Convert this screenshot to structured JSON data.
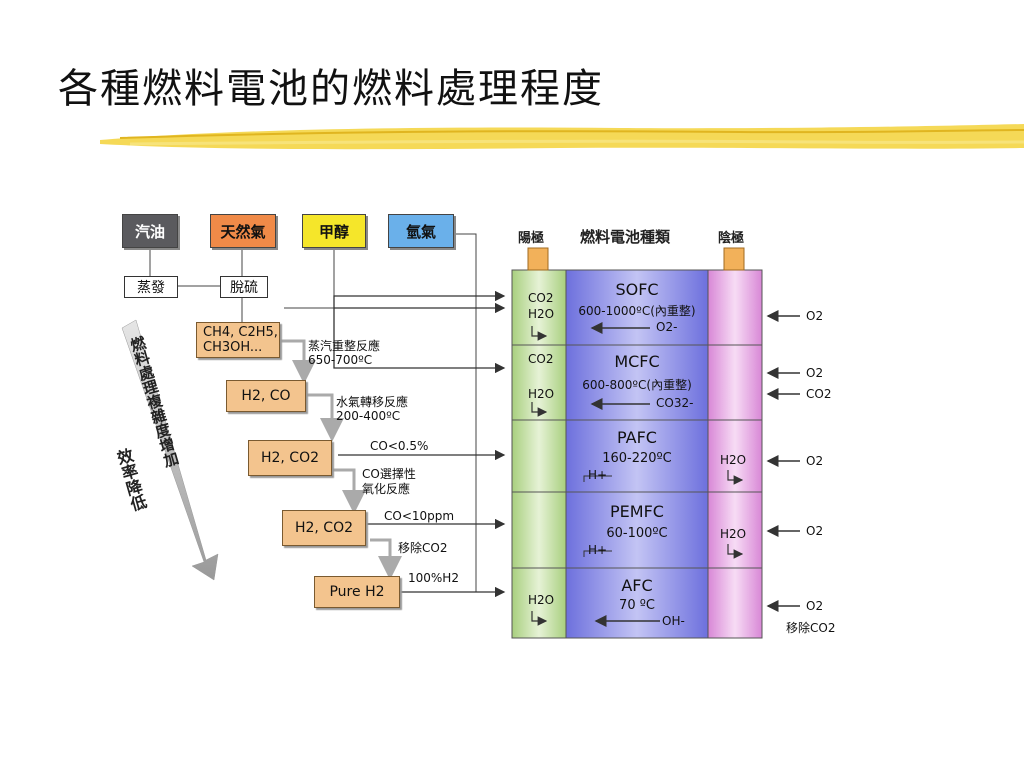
{
  "slide": {
    "title": "各種燃料電池的燃料處理程度"
  },
  "sources": [
    {
      "label": "汽油",
      "color": "#5a5a5e"
    },
    {
      "label": "天然氣",
      "color": "#f08a48"
    },
    {
      "label": "甲醇",
      "color": "#f5e62a"
    },
    {
      "label": "氫氣",
      "color": "#6ab0ea"
    }
  ],
  "pre_steps": {
    "evaporate": "蒸發",
    "desulfur": "脫硫"
  },
  "stages": {
    "s1": {
      "line1": "CH4, C2H5,",
      "line2": "CH3OH..."
    },
    "s2": "H2, CO",
    "s3": "H2, CO2",
    "s4": "H2, CO2",
    "s5": "Pure H2"
  },
  "steps": {
    "reform": {
      "name": "蒸汽重整反應",
      "temp": "650-700ºC"
    },
    "shift": {
      "name": "水氣轉移反應",
      "temp": "200-400ºC"
    },
    "co_lt": "CO<0.5%",
    "prox1": "CO選擇性",
    "prox2": "氧化反應",
    "co_ppm": "CO<10ppm",
    "remove_co2": "移除CO2",
    "pure": "100%H2"
  },
  "axis_labels": {
    "complexity": "燃料處理複雜度增加",
    "efficiency": "效率降低"
  },
  "headers": {
    "anode": "陽極",
    "cell_type": "燃料電池種類",
    "cathode": "陰極"
  },
  "cells": [
    {
      "name": "SOFC",
      "temp": "600-1000ºC(內重整)",
      "ion": "O2-",
      "anode": [
        "CO2",
        "H2O"
      ],
      "cathode_in": [
        "O2"
      ],
      "cathode_out": []
    },
    {
      "name": "MCFC",
      "temp": "600-800ºC(內重整)",
      "ion": "CO32-",
      "anode": [
        "CO2",
        "H2O"
      ],
      "cathode_in": [
        "O2",
        "CO2"
      ],
      "cathode_out": []
    },
    {
      "name": "PAFC",
      "temp": "160-220ºC",
      "ion": "H+",
      "anode": [],
      "cathode_in": [
        "O2"
      ],
      "cathode_out": [
        "H2O"
      ]
    },
    {
      "name": "PEMFC",
      "temp": "60-100ºC",
      "ion": "H+",
      "anode": [],
      "cathode_in": [
        "O2"
      ],
      "cathode_out": [
        "H2O"
      ]
    },
    {
      "name": "AFC",
      "temp": "70 ºC",
      "ion": "OH-",
      "anode": [
        "H2O"
      ],
      "cathode_in": [
        "O2"
      ],
      "cathode_out": [],
      "cathode_note": "移除CO2"
    }
  ],
  "colors": {
    "step_fill": "#f3c48e",
    "anode_fill": "#cfe6b4",
    "cell_fill": "#8f92ea",
    "cathode_fill": "#eab2e6",
    "tab_fill": "#f2b15a",
    "brush": "#f3d23a"
  }
}
